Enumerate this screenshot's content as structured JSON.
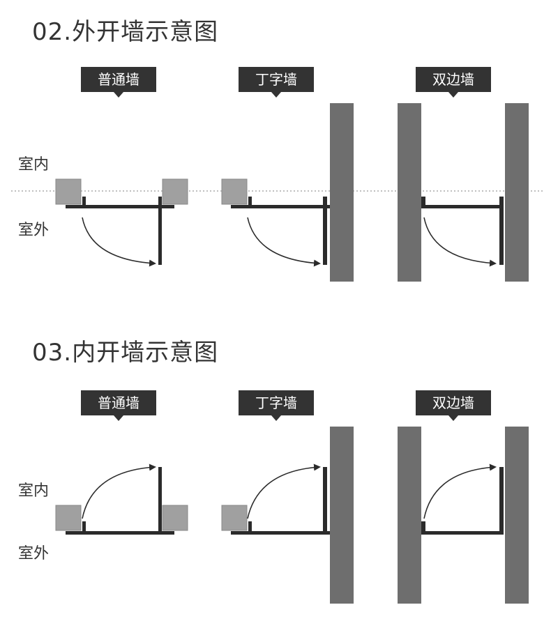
{
  "sections": [
    {
      "title": "02.外开墙示意图",
      "tags": [
        "普通墙",
        "丁字墙",
        "双边墙"
      ],
      "inside_label": "室内",
      "outside_label": "室外"
    },
    {
      "title": "03.内开墙示意图",
      "tags": [
        "普通墙",
        "丁字墙",
        "双边墙"
      ],
      "inside_label": "室内",
      "outside_label": "室外"
    }
  ],
  "colors": {
    "wall": "#6e6e6e",
    "pillar": "#a0a0a0",
    "door": "#2b2b2b",
    "tag_bg": "#333333",
    "dotted_line": "#aaaaaa"
  }
}
